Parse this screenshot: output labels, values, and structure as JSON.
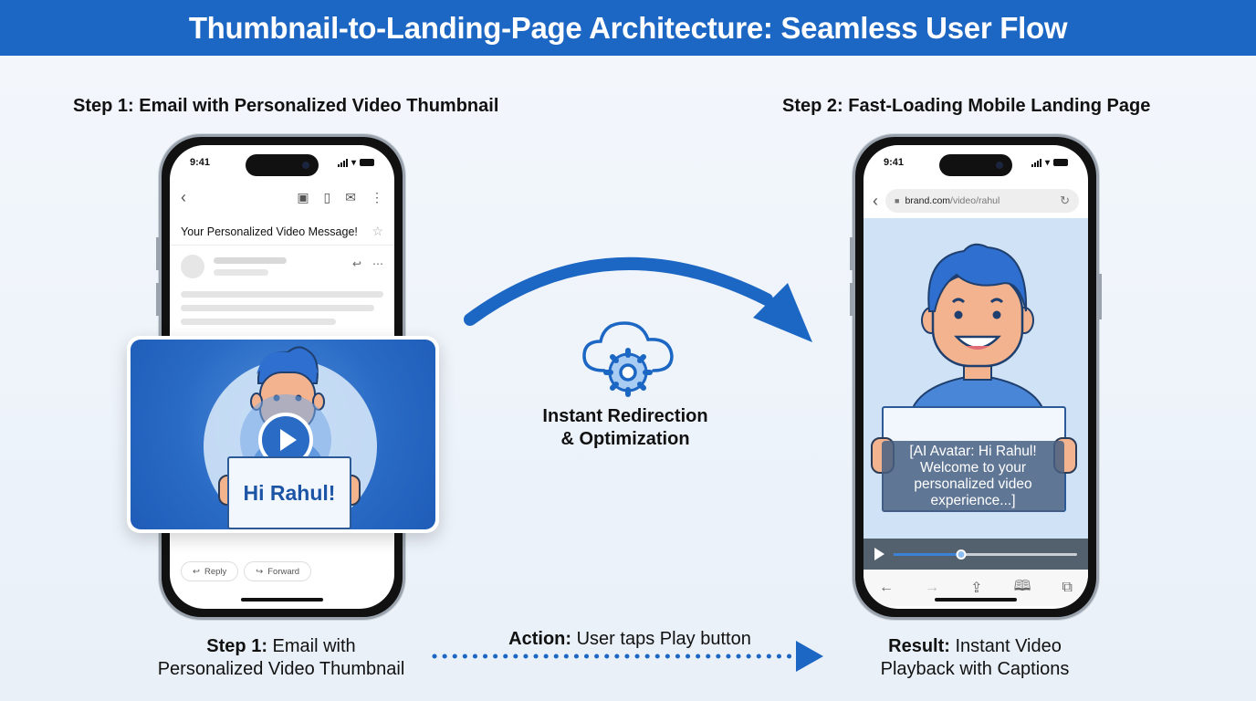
{
  "header": {
    "title": "Thumbnail-to-Landing-Page Architecture: Seamless User Flow"
  },
  "colors": {
    "brand_blue": "#1c66c4",
    "background": "#eef3f9",
    "text": "#111111"
  },
  "step1": {
    "title": "Step 1: Email with Personalized Video Thumbnail",
    "phone": {
      "time": "9:41",
      "toolbar_icons": [
        "back-chevron-icon",
        "archive-icon",
        "trash-icon",
        "mail-icon",
        "more-vertical-icon"
      ],
      "subject": "Your Personalized Video Message!",
      "thumbnail": {
        "sign_text": "Hi Rahul!",
        "play_icon": "play-icon"
      },
      "buttons": {
        "reply": "Reply",
        "forward": "Forward"
      }
    },
    "caption_bold": "Step 1:",
    "caption_rest_line1": " Email with",
    "caption_line2": "Personalized Video Thumbnail"
  },
  "middle": {
    "icon": "cloud-gear-icon",
    "label_line1": "Instant Redirection",
    "label_line2": "& Optimization",
    "action_bold": "Action:",
    "action_rest": " User taps Play button"
  },
  "step2": {
    "title": "Step 2: Fast-Loading Mobile Landing Page",
    "phone": {
      "time": "9:41",
      "url_domain": "brand.com",
      "url_path": "/video/rahul",
      "caption_text": "[AI Avatar: Hi Rahul! Welcome to your personalized video experience...]",
      "progress_percent": 37,
      "safari_icons": [
        "back-arrow-icon",
        "forward-arrow-icon",
        "share-icon",
        "bookmarks-icon",
        "tabs-icon"
      ]
    },
    "caption_bold": "Result:",
    "caption_rest_line1": " Instant Video",
    "caption_line2": "Playback with Captions"
  }
}
